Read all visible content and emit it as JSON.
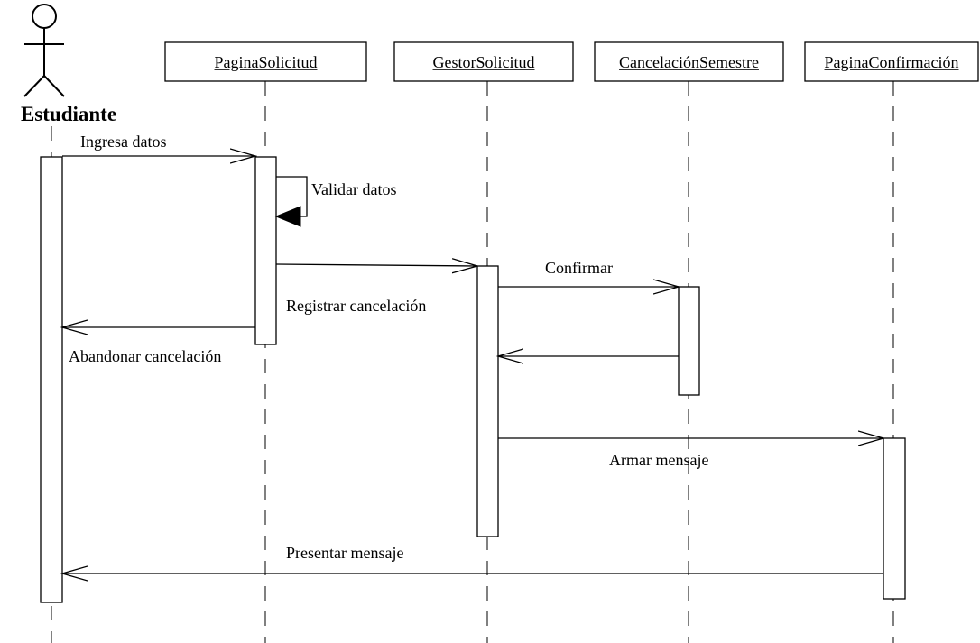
{
  "actor": {
    "name": "Estudiante"
  },
  "objects": [
    {
      "id": "pagina_solicitud",
      "name": "PaginaSolicitud"
    },
    {
      "id": "gestor_solicitud",
      "name": "GestorSolicitud"
    },
    {
      "id": "cancelacion_semestre",
      "name": "CancelaciónSemestre"
    },
    {
      "id": "pagina_confirmacion",
      "name": "PaginaConfirmación"
    }
  ],
  "messages": [
    {
      "id": "m1",
      "label": "Ingresa datos",
      "from": "Estudiante",
      "to": "PaginaSolicitud",
      "kind": "call"
    },
    {
      "id": "m2",
      "label": "Validar datos",
      "from": "PaginaSolicitud",
      "to": "PaginaSolicitud",
      "kind": "self"
    },
    {
      "id": "m3",
      "label": "Registrar cancelación",
      "from": "PaginaSolicitud",
      "to": "GestorSolicitud",
      "kind": "call"
    },
    {
      "id": "m4",
      "label": "Confirmar",
      "from": "GestorSolicitud",
      "to": "CancelaciónSemestre",
      "kind": "call"
    },
    {
      "id": "m5",
      "label": "",
      "from": "CancelaciónSemestre",
      "to": "GestorSolicitud",
      "kind": "return"
    },
    {
      "id": "m6",
      "label": "Abandonar cancelación",
      "from": "PaginaSolicitud",
      "to": "Estudiante",
      "kind": "return"
    },
    {
      "id": "m7",
      "label": "Armar mensaje",
      "from": "GestorSolicitud",
      "to": "PaginaConfirmación",
      "kind": "call"
    },
    {
      "id": "m8",
      "label": "Presentar mensaje",
      "from": "PaginaConfirmación",
      "to": "Estudiante",
      "kind": "return"
    }
  ]
}
